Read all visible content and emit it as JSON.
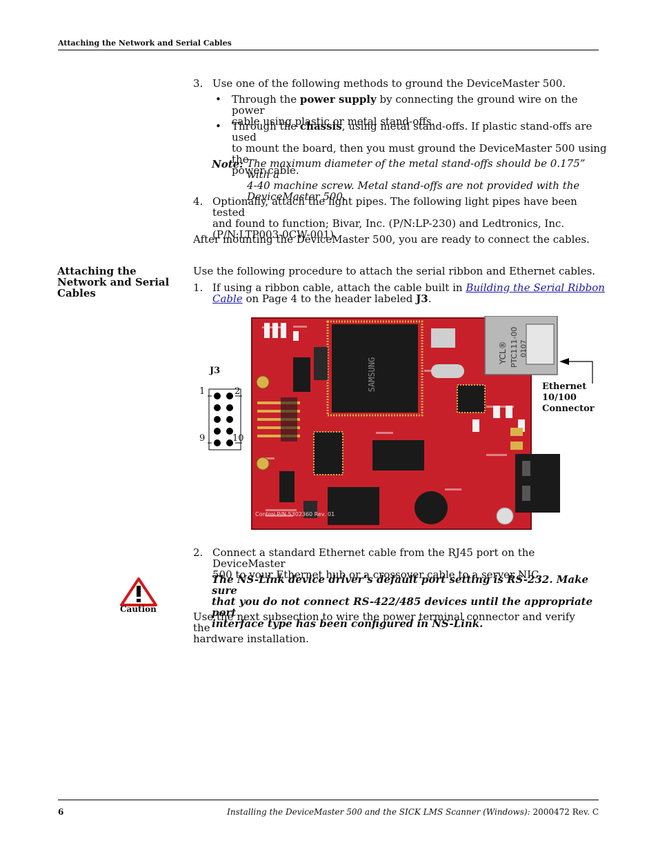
{
  "header": {
    "running_title": "Attaching the Network and Serial Cables"
  },
  "step3": {
    "number": "3.",
    "text": "Use one of the following methods to ground the DeviceMaster 500.",
    "bullet1": {
      "pre": "Through the ",
      "bold": "power supply",
      "post_line1": " by connecting the ground wire on the power",
      "line2": "cable using plastic or metal stand-offs."
    },
    "bullet2": {
      "pre": "Through the ",
      "bold": "chassis",
      "post_line1": ", using metal stand-offs. If plastic stand-offs are used",
      "line2": "to mount the board, then you must ground the DeviceMaster 500 using the",
      "line3": "power cable."
    },
    "note_label": "Note:",
    "note_line1": "The maximum diameter of the metal stand-offs should be 0.175” with a",
    "note_line2": "4-40 machine screw. Metal stand-offs are not provided with the",
    "note_line3": "DeviceMaster 500."
  },
  "step4": {
    "number": "4.",
    "line1": "Optionally, attach the light pipes. The following light pipes have been tested",
    "line2": "and found to function; Bivar, Inc. (P/N:LP-230) and Ledtronics, Inc.",
    "line3": "(P/N:LTP003-0CW-001)."
  },
  "after_mount": "After mounting the DeviceMaster 500, you are ready to connect the cables.",
  "section": {
    "heading_line1": "Attaching the",
    "heading_line2": "Network and Serial",
    "heading_line3": "Cables",
    "intro": "Use the following procedure to attach the serial ribbon and Ethernet cables.",
    "step1_number": "1.",
    "step1_pre": "If using a ribbon cable, attach the cable built in ",
    "step1_link_line1": "Building the Serial Ribbon ",
    "step1_link_line2": "Cable",
    "step1_post": " on Page 4 to the header labeled ",
    "step1_bold": "J3",
    "step1_end": "."
  },
  "figure": {
    "j3_label": "J3",
    "pin1": "1",
    "pin2": "2",
    "pin9": "9",
    "pin10": "10",
    "eth_line1": "Ethernet",
    "eth_line2": "10/100",
    "eth_line3": "Connector",
    "jack_text1": "YCL®",
    "jack_text2": "PTC111-00",
    "jack_text3": "0107",
    "chip_text": "SAMSUNG",
    "board_text": "Control P/N 5302360 Rev. 01"
  },
  "step2": {
    "number": "2.",
    "line1": "Connect a standard Ethernet cable from the RJ45 port on the DeviceMaster",
    "line2": "500 to your Ethernet hub or a crossover cable to a server NIC."
  },
  "caution": {
    "label": "Caution",
    "line1": "The NS-Link device driver’s default port setting is RS-232. Make sure",
    "line2": "that you do not connect RS-422/485 devices until the appropriate port",
    "line3": "interface type has been configured in NS-Link."
  },
  "closing": {
    "line1": "Use the next subsection to wire the power terminal connector and verify the",
    "line2": "hardware installation."
  },
  "footer": {
    "page_number": "6",
    "doc_title_italic": "Installing the DeviceMaster 500 and the SICK LMS Scanner (Windows):",
    "doc_number": " 2000472 Rev. C"
  },
  "colors": {
    "pcb": "#c8202a",
    "link": "#1a1aa6",
    "warning": "#d11a1a"
  }
}
